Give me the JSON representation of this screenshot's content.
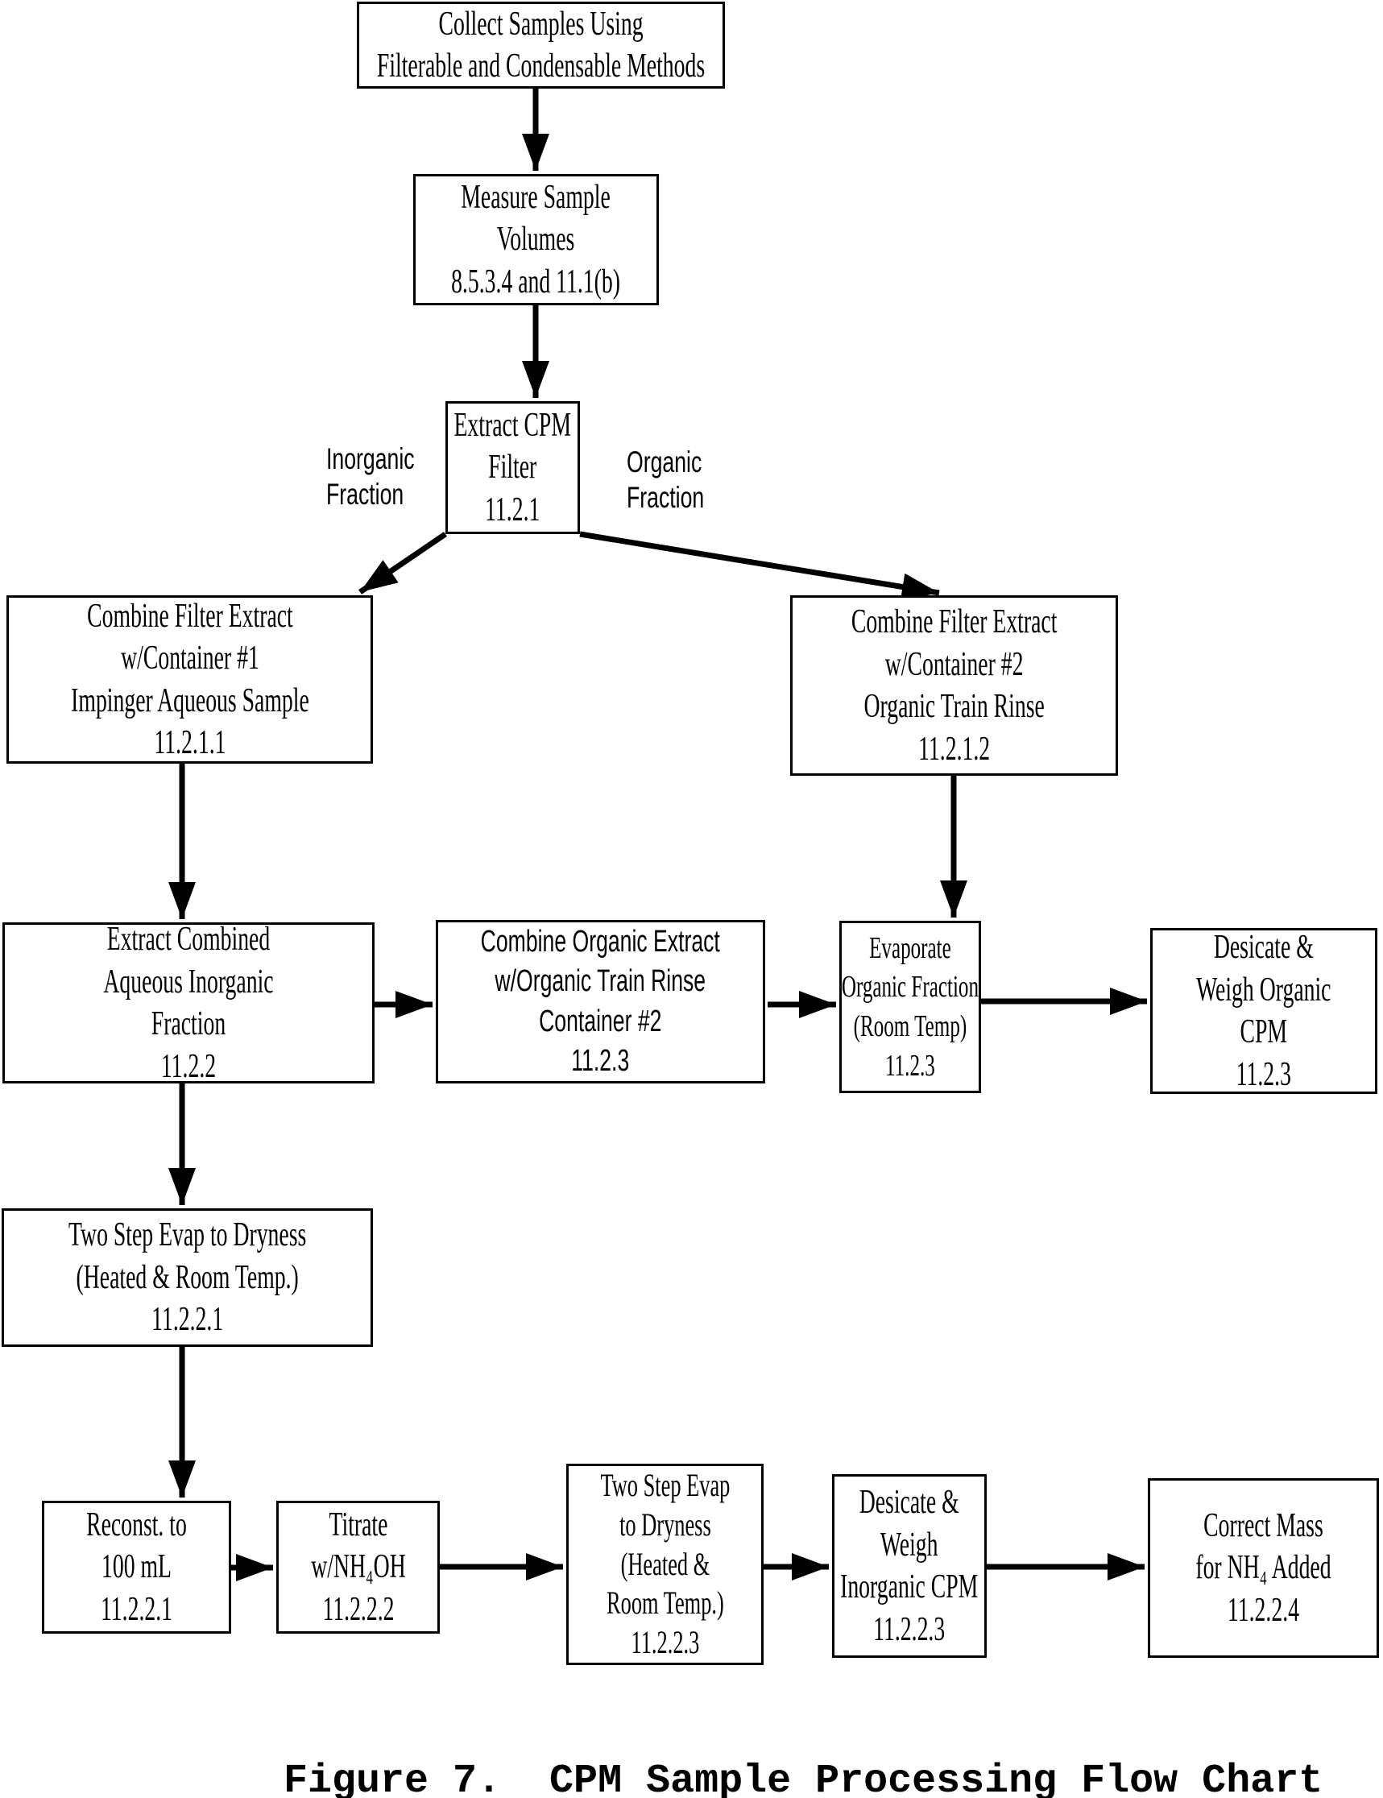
{
  "figure": {
    "caption": "Figure 7.  CPM Sample Processing Flow Chart"
  },
  "colors": {
    "ink": "#000000",
    "paper": "#ffffff"
  },
  "branch_labels": {
    "inorganic": "Inorganic\nFraction",
    "organic": "Organic\nFraction"
  },
  "nodes": {
    "collect_samples": {
      "text": "Collect Samples Using\nFilterable and Condensable Methods"
    },
    "measure_volumes": {
      "text": "Measure Sample\nVolumes\n8.5.3.4 and 11.1(b)"
    },
    "extract_cpm_filter": {
      "text": "Extract CPM\nFilter\n11.2.1"
    },
    "combine_filter_extract_1": {
      "text": "Combine Filter Extract\nw/Container #1\nImpinger Aqueous Sample\n11.2.1.1"
    },
    "combine_filter_extract_2": {
      "text": "Combine Filter Extract\nw/Container #2\nOrganic Train Rinse\n11.2.1.2"
    },
    "extract_combined_aqueous": {
      "text": "Extract Combined\nAqueous Inorganic\nFraction\n11.2.2"
    },
    "combine_organic_extract": {
      "text": "Combine Organic Extract\nw/Organic Train Rinse\nContainer #2\n11.2.3"
    },
    "evaporate_organic": {
      "text": "Evaporate\nOrganic Fraction\n(Room Temp)\n11.2.3"
    },
    "desicate_weigh_organic": {
      "text": "Desicate &\nWeigh Organic\nCPM\n11.2.3"
    },
    "two_step_evap_dryness_1": {
      "text": "Two Step Evap to Dryness\n(Heated & Room Temp.)\n11.2.2.1"
    },
    "reconst_to_100ml": {
      "text": "Reconst. to\n100 mL\n11.2.2.1"
    },
    "titrate_nh4oh": {
      "text": "Titrate\nw/NH₄OH\n11.2.2.2"
    },
    "two_step_evap_dryness_2": {
      "text": "Two Step Evap\nto Dryness\n(Heated &\nRoom Temp.)\n11.2.2.3"
    },
    "desicate_weigh_inorganic": {
      "text": "Desicate &\nWeigh\nInorganic CPM\n11.2.2.3"
    },
    "correct_mass": {
      "text": "Correct Mass\nfor NH₄ Added\n11.2.2.4"
    }
  },
  "edges": [
    {
      "from": "collect_samples",
      "to": "measure_volumes"
    },
    {
      "from": "measure_volumes",
      "to": "extract_cpm_filter"
    },
    {
      "from": "extract_cpm_filter",
      "to": "combine_filter_extract_1",
      "branch": "Inorganic Fraction"
    },
    {
      "from": "extract_cpm_filter",
      "to": "combine_filter_extract_2",
      "branch": "Organic Fraction"
    },
    {
      "from": "combine_filter_extract_1",
      "to": "extract_combined_aqueous"
    },
    {
      "from": "combine_filter_extract_2",
      "to": "evaporate_organic"
    },
    {
      "from": "extract_combined_aqueous",
      "to": "combine_organic_extract"
    },
    {
      "from": "combine_organic_extract",
      "to": "evaporate_organic"
    },
    {
      "from": "evaporate_organic",
      "to": "desicate_weigh_organic"
    },
    {
      "from": "extract_combined_aqueous",
      "to": "two_step_evap_dryness_1"
    },
    {
      "from": "two_step_evap_dryness_1",
      "to": "reconst_to_100ml"
    },
    {
      "from": "reconst_to_100ml",
      "to": "titrate_nh4oh"
    },
    {
      "from": "titrate_nh4oh",
      "to": "two_step_evap_dryness_2"
    },
    {
      "from": "two_step_evap_dryness_2",
      "to": "desicate_weigh_inorganic"
    },
    {
      "from": "desicate_weigh_inorganic",
      "to": "correct_mass"
    }
  ]
}
